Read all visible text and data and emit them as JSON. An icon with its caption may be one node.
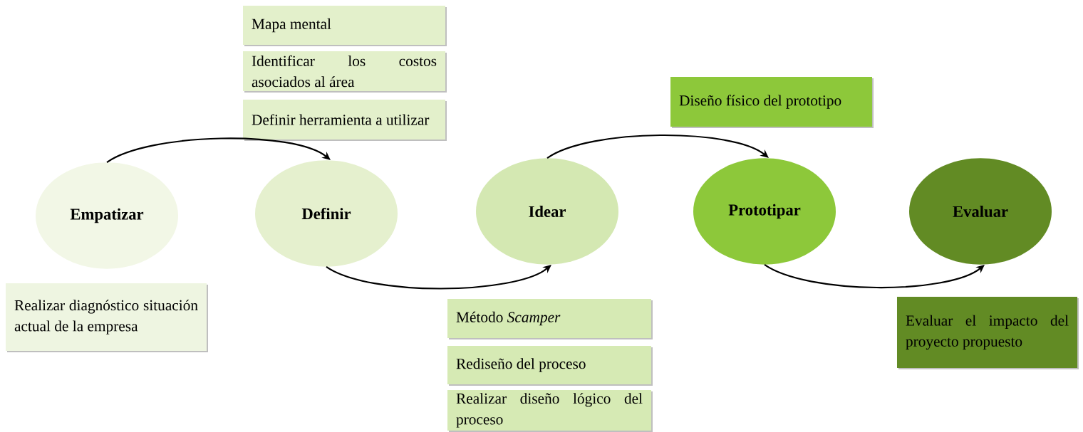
{
  "diagram": {
    "nodes": [
      {
        "text": [
          "Empatizar"
        ]
      },
      {
        "text": [
          "Definir"
        ]
      },
      {
        "text": [
          "Idear"
        ]
      },
      {
        "text": [
          "Prototipar"
        ]
      },
      {
        "text": [
          "Evaluar"
        ]
      },
      {
        "text": [
          "Mapa mental"
        ]
      },
      {
        "text": [
          "Identificar los costos asociados al área"
        ]
      },
      {
        "text": [
          "Definir herramienta a utilizar"
        ]
      },
      {
        "text": [
          "Diseño físico del prototipo"
        ]
      },
      {
        "text": [
          "Realizar diagnóstico situación actual de la empresa"
        ]
      },
      {
        "text": [
          "Método *Scamper*"
        ]
      },
      {
        "text": [
          "Evaluar el impacto del proyecto propuesto"
        ]
      },
      {
        "text": [
          "Rediseño del proceso"
        ]
      },
      {
        "text": [
          "Realizar diseño lógico del proceso"
        ]
      }
    ],
    "edges": [
      {
        "from": 0,
        "to": 1,
        "arrow": "to"
      },
      {
        "from": 1,
        "to": 2,
        "arrow": "to"
      },
      {
        "from": 2,
        "to": 3,
        "arrow": "to"
      },
      {
        "from": 3,
        "to": 4,
        "arrow": "to"
      }
    ]
  }
}
